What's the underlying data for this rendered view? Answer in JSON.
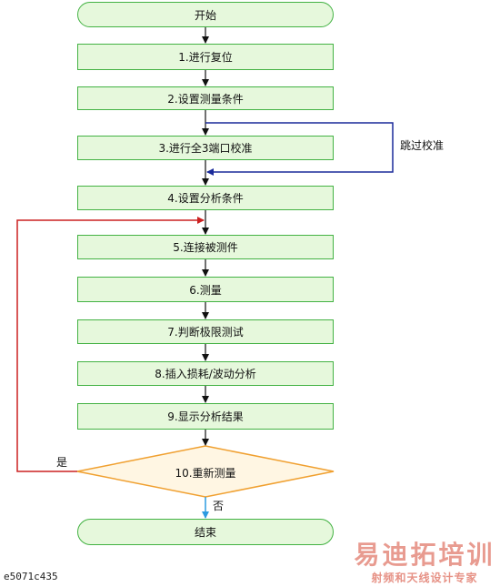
{
  "colors": {
    "box_fill": "#e6f8dc",
    "box_border": "#43b243",
    "diamond_fill": "#fff6e3",
    "diamond_border": "#f0a030",
    "skip_loop": "#1a2a9a",
    "repeat_loop": "#cc2020",
    "no_branch": "#2b9ae0",
    "flow": "#111111",
    "watermark": "#d64834"
  },
  "flow": {
    "start": "开始",
    "steps": [
      "1.进行复位",
      "2.设置测量条件",
      "3.进行全3端口校准",
      "4.设置分析条件",
      "5.连接被测件",
      "6.测量",
      "7.判断极限测试",
      "8.插入损耗/波动分析",
      "9.显示分析结果"
    ],
    "decision": "10.重新测量",
    "end": "结束",
    "skip_label": "跳过校准",
    "yes_label": "是",
    "no_label": "否"
  },
  "figure_id": "e5071c435",
  "watermark": {
    "title": "易迪拓培训",
    "subtitle": "射频和天线设计专家"
  }
}
